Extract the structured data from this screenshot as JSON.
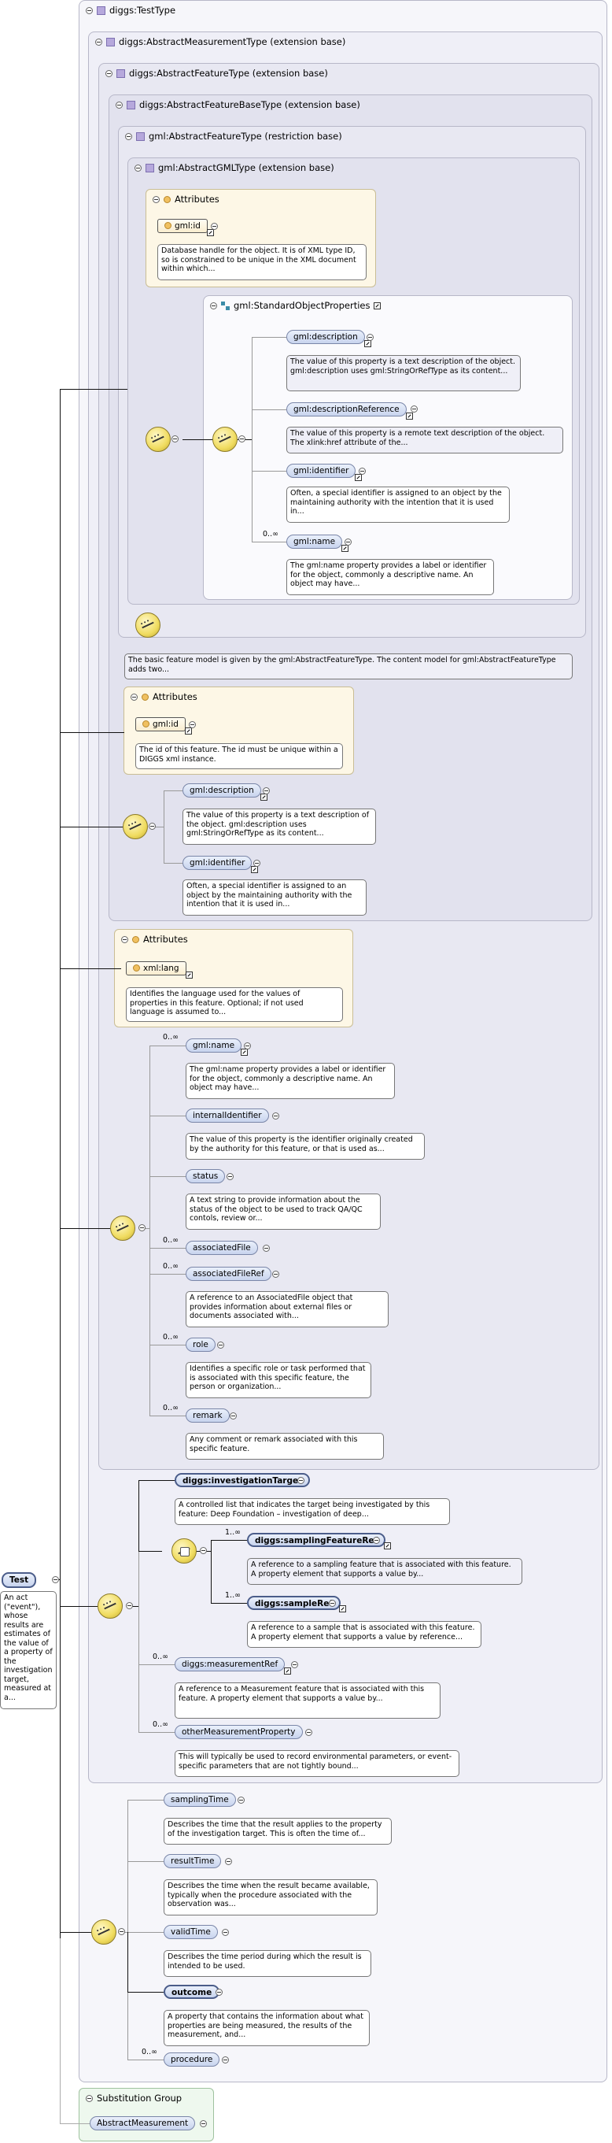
{
  "root": {
    "label": "Test",
    "desc": "An act (\"event\"), whose results are estimates of the value of a property of the investigation target, measured at a..."
  },
  "frames": {
    "test_type": "diggs:TestType",
    "abstract_measurement_type": "diggs:AbstractMeasurementType (extension base)",
    "abstract_feature_type": "diggs:AbstractFeatureType (extension base)",
    "abstract_feature_base_type": "diggs:AbstractFeatureBaseType (extension base)",
    "gml_abstract_feature_type": "gml:AbstractFeatureType (restriction base)",
    "gml_abstract_gml_type": "gml:AbstractGMLType (extension base)",
    "standard_object_properties": "gml:StandardObjectProperties"
  },
  "attributes_label": "Attributes",
  "gml_attrs": {
    "id_label": "gml:id",
    "id_desc": "Database handle for the object. It is of XML type ID, so is constrained to be unique in the XML document within which..."
  },
  "standard_props": [
    {
      "label": "gml:description",
      "desc": "The value of this property is a text description of the object. gml:description uses gml:StringOrRefType as its content..."
    },
    {
      "label": "gml:descriptionReference",
      "desc": "The value of this property is a remote text description of the object. The xlink:href attribute of the..."
    },
    {
      "label": "gml:identifier",
      "desc": "Often, a special identifier is assigned to an object by the maintaining authority with the intention that it is used in..."
    },
    {
      "label": "gml:name",
      "occ": "0..∞",
      "desc": "The gml:name property provides a label or identifier for the object, commonly a descriptive name. An object may have..."
    }
  ],
  "feature_type_desc": "The basic feature model is given by the gml:AbstractFeatureType. The content model for gml:AbstractFeatureType adds two...",
  "base_attrs": {
    "id_label": "gml:id",
    "id_desc": "The id of this feature. The id must be unique within a DIGGS xml instance."
  },
  "base_props": [
    {
      "label": "gml:description",
      "desc": "The value of this property is a text description of the object. gml:description uses gml:StringOrRefType as its content..."
    },
    {
      "label": "gml:identifier",
      "desc": "Often, a special identifier is assigned to an object by the maintaining authority with the intention that it is used in..."
    }
  ],
  "feature_attrs": {
    "lang_label": "xml:lang",
    "lang_desc": "Identifies the language used for the values of properties in this feature. Optional; if not used language is assumed to..."
  },
  "feature_props": [
    {
      "label": "gml:name",
      "occ": "0..∞",
      "desc": "The gml:name property provides a label or identifier for the object, commonly a descriptive name. An object may have..."
    },
    {
      "label": "internalIdentifier",
      "occ": "",
      "desc": "The value of this property is the identifier originally created by the authority for this feature, or that is used as..."
    },
    {
      "label": "status",
      "occ": "",
      "desc": "A text string to provide information about the status of the object to be used to track QA/QC contols, review or..."
    },
    {
      "label": "associatedFile",
      "occ": "0..∞",
      "desc": ""
    },
    {
      "label": "associatedFileRef",
      "occ": "0..∞",
      "desc": "A reference to an AssociatedFile object that provides information about external files or documents associated with..."
    },
    {
      "label": "role",
      "occ": "0..∞",
      "desc": "Identifies a specific role or task performed that is associated with this specific feature, the person or organization..."
    },
    {
      "label": "remark",
      "occ": "0..∞",
      "desc": "Any comment or remark associated with this specific feature."
    }
  ],
  "measurement": {
    "investigation_target": {
      "label": "diggs:investigationTarget",
      "desc": "A controlled list that indicates the target being investigated by this feature: Deep Foundation – investigation of deep..."
    },
    "sampling_feature_ref": {
      "label": "diggs:samplingFeatureRef",
      "occ": "1..∞",
      "desc": "A reference to a sampling feature that is associated with this feature. A property element that supports a value by..."
    },
    "sample_ref": {
      "label": "diggs:sampleRef",
      "occ": "1..∞",
      "desc": "A reference to a sample that is associated with this feature. A property element that supports a value by reference..."
    },
    "measurement_ref": {
      "label": "diggs:measurementRef",
      "occ": "0..∞",
      "desc": "A reference to a Measurement feature that is associated with this feature. A property element that supports a value by..."
    },
    "other_measurement_property": {
      "label": "otherMeasurementProperty",
      "occ": "0..∞",
      "desc": "This will typically be used to record environmental parameters, or event-specific parameters that are not tightly bound..."
    }
  },
  "test_props": [
    {
      "label": "samplingTime",
      "occ": "",
      "bold": false,
      "desc": "Describes the time that the result applies to the property of the investigation target. This is often the time of..."
    },
    {
      "label": "resultTime",
      "occ": "",
      "bold": false,
      "desc": "Describes the time when the result became available, typically when the procedure associated with the observation was..."
    },
    {
      "label": "validTime",
      "occ": "",
      "bold": false,
      "desc": "Describes the time period during which the result is intended to be used."
    },
    {
      "label": "outcome",
      "occ": "",
      "bold": true,
      "desc": "A property that contains the information about what properties are being measured, the results of the measurement, and..."
    },
    {
      "label": "procedure",
      "occ": "0..∞",
      "bold": false,
      "desc": ""
    }
  ],
  "substitution": {
    "title": "Substitution Group",
    "item": "AbstractMeasurement"
  }
}
